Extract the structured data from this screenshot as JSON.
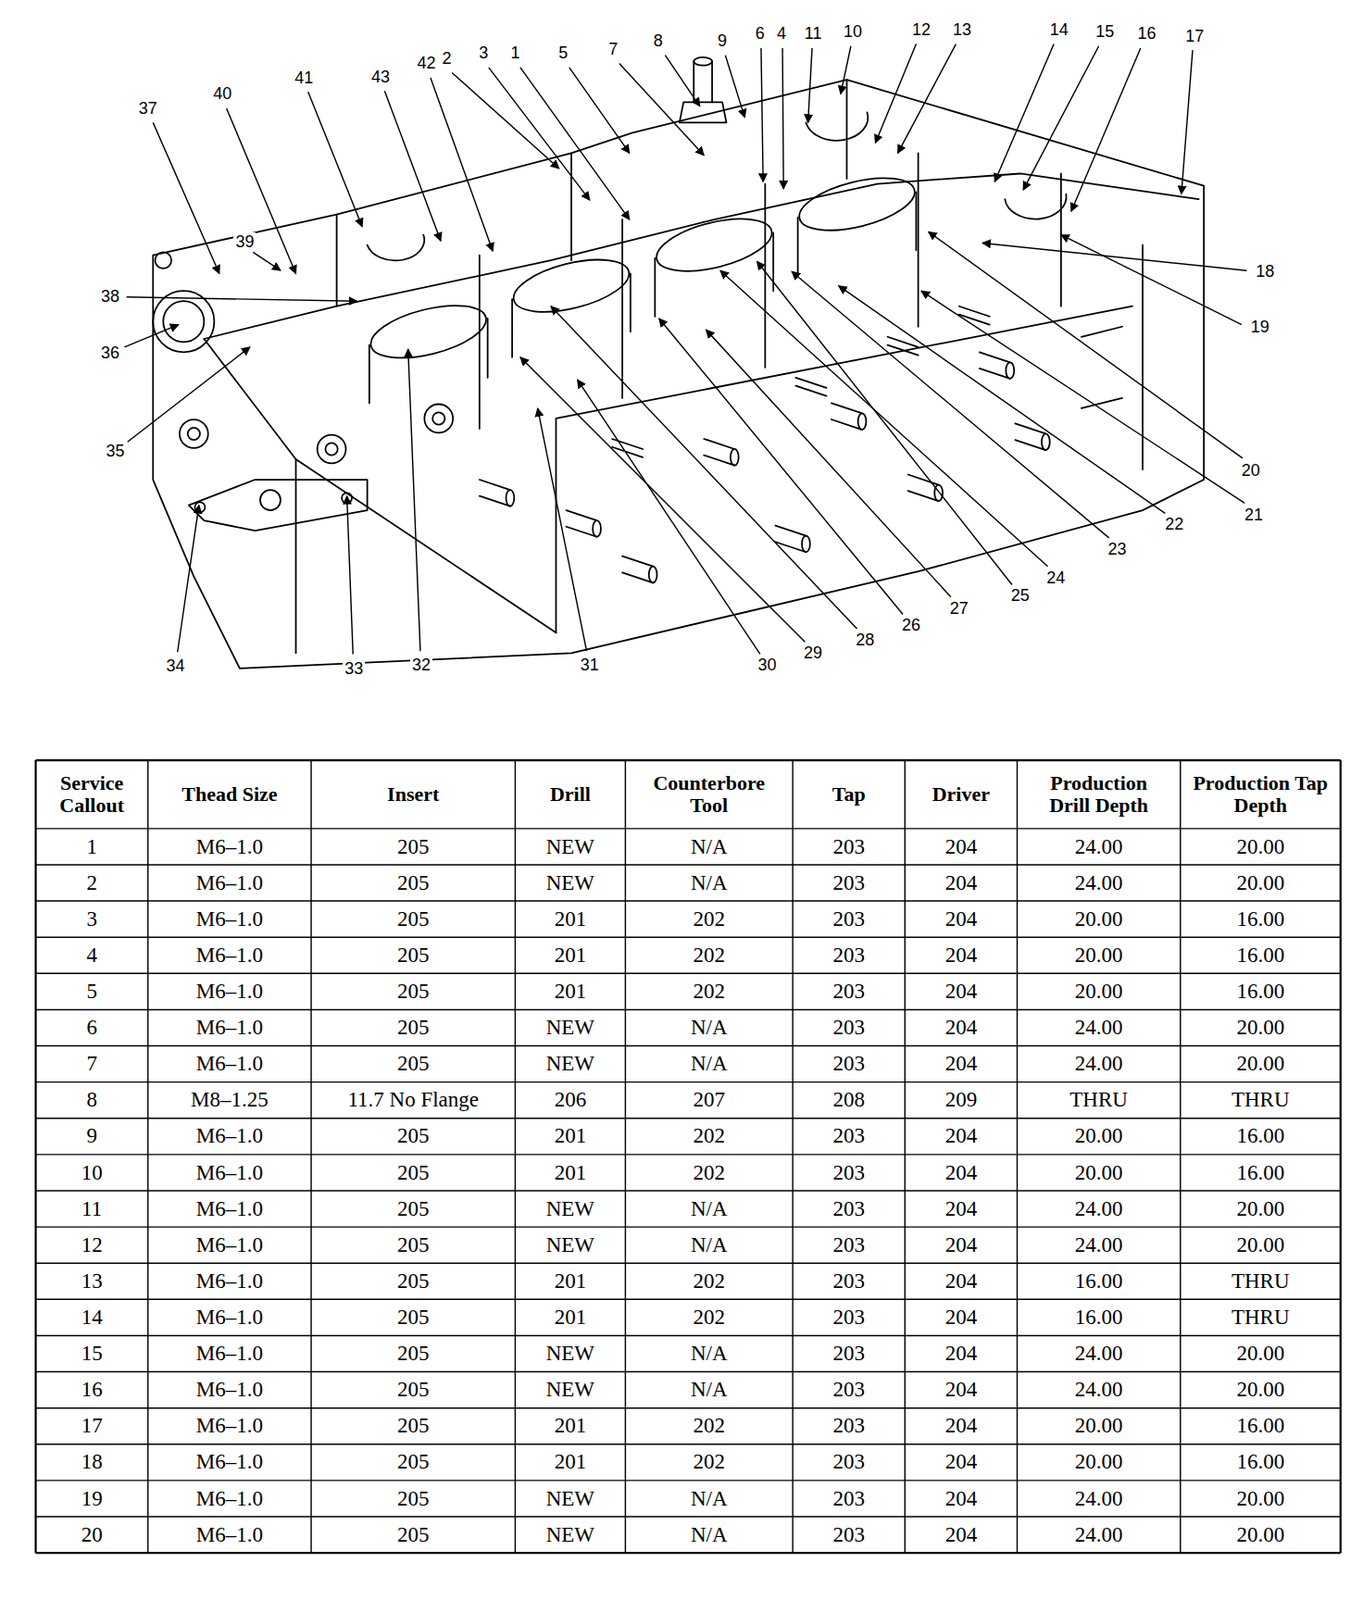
{
  "diagram": {
    "labels": [
      "1",
      "2",
      "3",
      "4",
      "5",
      "6",
      "7",
      "8",
      "9",
      "10",
      "11",
      "12",
      "13",
      "14",
      "15",
      "16",
      "17",
      "18",
      "19",
      "20",
      "21",
      "22",
      "23",
      "24",
      "25",
      "26",
      "27",
      "28",
      "29",
      "30",
      "31",
      "32",
      "33",
      "34",
      "35",
      "36",
      "37",
      "38",
      "39",
      "40",
      "41",
      "42",
      "43",
      "Service Callout",
      "Thead Size",
      "Insert",
      "Drill",
      "Counterbore Tool",
      "Tap",
      "Driver",
      "Production Drill Depth",
      "Production Tap Depth",
      "1",
      "M6–1.0",
      "205",
      "NEW",
      "N/A",
      "203",
      "204",
      "24.00",
      "20.00",
      "2",
      "M6–1.0",
      "205",
      "NEW",
      "N/A",
      "203",
      "204",
      "24.00",
      "20.00",
      "3",
      "M6–1.0",
      "205",
      "201",
      "202",
      "203",
      "204",
      "20.00",
      "16.00",
      "4",
      "M6–1.0",
      "205",
      "201",
      "202",
      "203",
      "204",
      "20.00",
      "16.00",
      "5",
      "M6–1.0",
      "205",
      "201",
      "202",
      "203",
      "204",
      "20.00",
      "16.00",
      "6",
      "M6–1.0",
      "205",
      "NEW",
      "N/A",
      "203",
      "204",
      "24.00",
      "20.00",
      "7",
      "M6–1.0",
      "205",
      "NEW",
      "N/A",
      "203",
      "204",
      "24.00",
      "20.00",
      "8",
      "M8–1.25",
      "11.7 No Flange",
      "206",
      "207",
      "208",
      "209",
      "THRU",
      "THRU",
      "9",
      "M6–1.0",
      "205",
      "201",
      "202",
      "203",
      "204",
      "20.00",
      "16.00",
      "10",
      "M6–1.0",
      "205",
      "201",
      "202",
      "203",
      "204",
      "20.00",
      "16.00",
      "11",
      "M6–1.0",
      "205",
      "NEW",
      "N/A",
      "203",
      "204",
      "24.00",
      "20.00",
      "12",
      "M6–1.0",
      "205",
      "NEW",
      "N/A",
      "203",
      "204",
      "24.00",
      "20.00",
      "13",
      "M6–1.0",
      "205",
      "201",
      "202",
      "203",
      "204",
      "16.00",
      "THRU",
      "14",
      "M6–1.0",
      "205",
      "201",
      "202",
      "203",
      "204",
      "16.00",
      "THRU",
      "15",
      "M6–1.0",
      "205",
      "NEW",
      "N/A",
      "203",
      "204",
      "24.00",
      "20.00",
      "16",
      "M6–1.0",
      "205",
      "NEW",
      "N/A",
      "203",
      "204",
      "24.00",
      "20.00",
      "17",
      "M6–1.0",
      "205",
      "201",
      "202",
      "203",
      "204",
      "20.00",
      "16.00",
      "18",
      "M6–1.0",
      "205",
      "201",
      "202",
      "203",
      "204",
      "20.00",
      "16.00",
      "19",
      "M6–1.0",
      "205",
      "NEW",
      "N/A",
      "203",
      "204",
      "24.00",
      "20.00",
      "20",
      "M6–1.0",
      "205",
      "NEW",
      "N/A",
      "203",
      "204",
      "24.00",
      "20.00"
    ]
  }
}
